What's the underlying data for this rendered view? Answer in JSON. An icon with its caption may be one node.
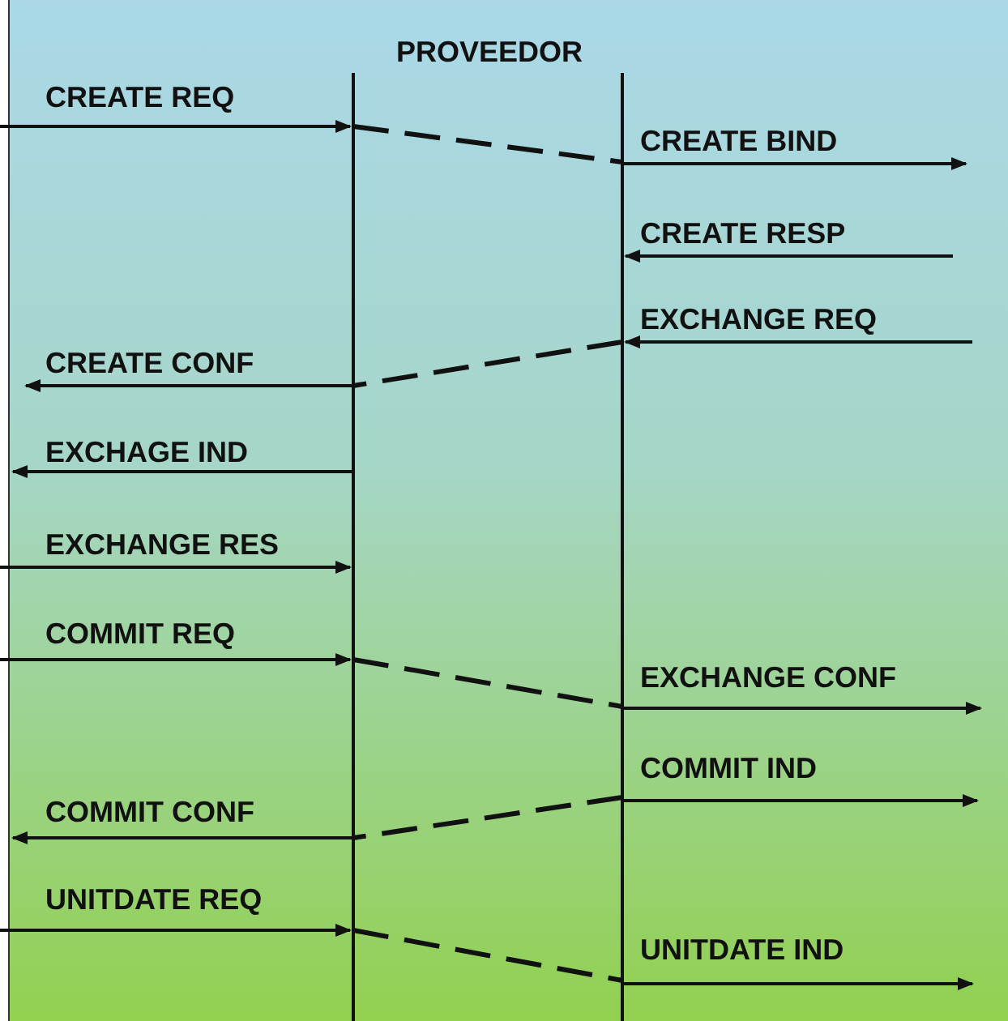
{
  "diagram": {
    "title": "PROVEEDOR",
    "nodes": [
      {
        "text": [],
        "shape": "bar"
      },
      {
        "text": [],
        "shape": "bar"
      }
    ],
    "edges": [
      {
        "from": null,
        "to": 0,
        "arrow": "to",
        "label": "CREATE REQ"
      },
      {
        "from": 0,
        "to": 1,
        "arrow": "none",
        "style": "dashed"
      },
      {
        "from": 1,
        "to": null,
        "arrow": "to",
        "label": "CREATE BIND"
      },
      {
        "from": null,
        "to": 1,
        "arrow": "to",
        "label": "CREATE RESP"
      },
      {
        "from": null,
        "to": 1,
        "arrow": "to",
        "label": "EXCHANGE REQ"
      },
      {
        "from": 1,
        "to": 0,
        "arrow": "none",
        "style": "dashed"
      },
      {
        "from": 0,
        "to": null,
        "arrow": "to",
        "label": "CREATE CONF"
      },
      {
        "from": 0,
        "to": null,
        "arrow": "to",
        "label": "EXCHAGE IND"
      },
      {
        "from": null,
        "to": 0,
        "arrow": "to",
        "label": "EXCHANGE RES"
      },
      {
        "from": null,
        "to": 0,
        "arrow": "to",
        "label": "COMMIT REQ"
      },
      {
        "from": 0,
        "to": 1,
        "arrow": "none",
        "style": "dashed"
      },
      {
        "from": 1,
        "to": null,
        "arrow": "to",
        "label": "EXCHANGE CONF"
      },
      {
        "from": 1,
        "to": null,
        "arrow": "to",
        "label": "COMMIT IND"
      },
      {
        "from": 1,
        "to": 0,
        "arrow": "none",
        "style": "dashed"
      },
      {
        "from": 0,
        "to": null,
        "arrow": "to",
        "label": "COMMIT CONF"
      },
      {
        "from": null,
        "to": 0,
        "arrow": "to",
        "label": "UNITDATE REQ"
      },
      {
        "from": 0,
        "to": 1,
        "arrow": "none",
        "style": "dashed"
      },
      {
        "from": 1,
        "to": null,
        "arrow": "to",
        "label": "UNITDATE IND"
      }
    ]
  }
}
